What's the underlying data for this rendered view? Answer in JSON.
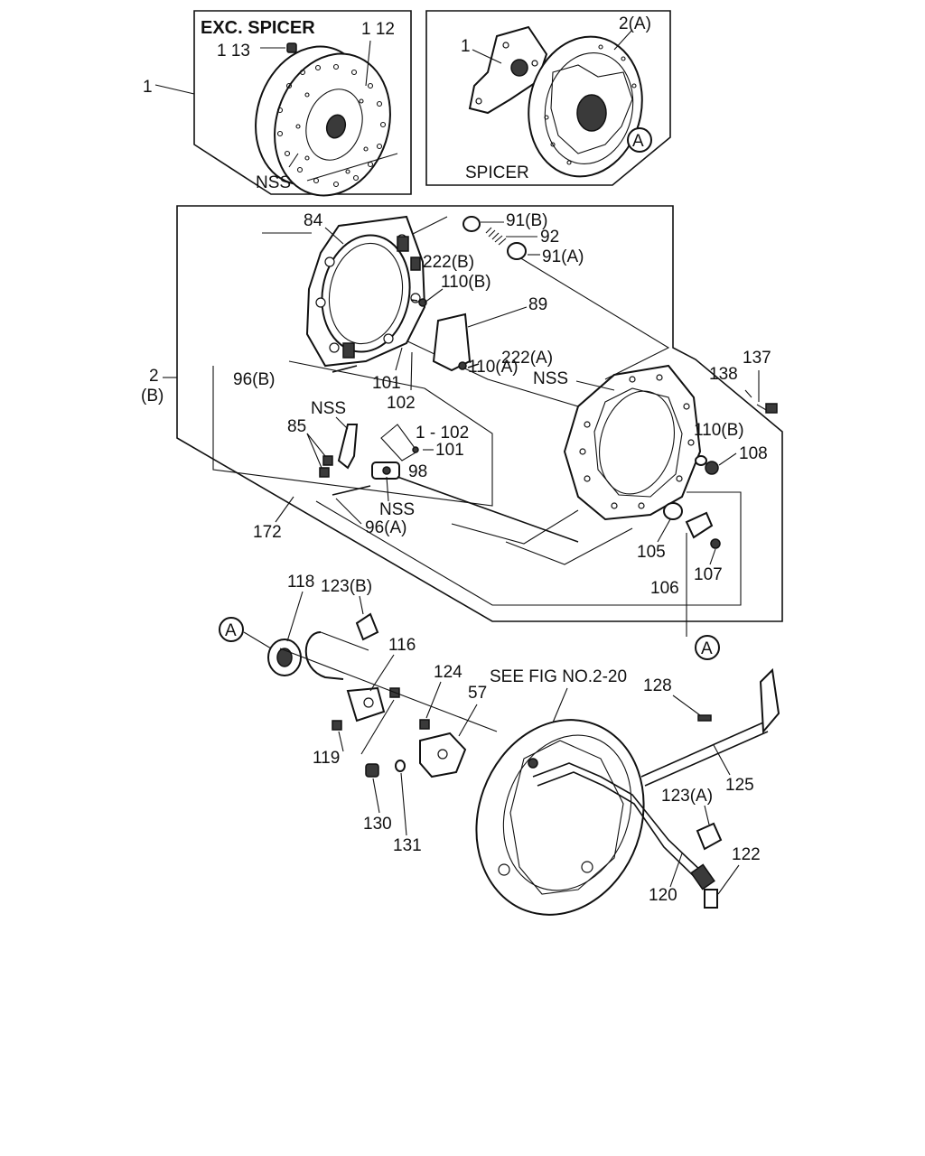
{
  "boxes": {
    "exc_spicer_title": "EXC. SPICER",
    "spicer_title": "SPICER",
    "see_fig": "SEE FIG NO.2-20"
  },
  "callouts": {
    "c1_left": "1",
    "c113": "1 13",
    "c112": "1 12",
    "nss_disc": "NSS",
    "c1_spicer": "1",
    "c2a": "2(A)",
    "refA_top": "A",
    "c84": "84",
    "c91b": "91(B)",
    "c92": "92",
    "c91a": "91(A)",
    "c222b": "222(B)",
    "c110b_top": "110(B)",
    "c89": "89",
    "c110a": "110(A)",
    "c222a": "222(A)",
    "nss_plate": "NSS",
    "c2": "2",
    "c2b": "(B)",
    "c96b": "96(B)",
    "c101_top": "101",
    "c102_top": "102",
    "nss_lever": "NSS",
    "c85": "85",
    "c1_102": "1 - 102",
    "c101_mid": "101",
    "c98": "98",
    "nss_bolt": "NSS",
    "c96a": "96(A)",
    "c172": "172",
    "c138": "138",
    "c137": "137",
    "c110b_right": "110(B)",
    "c108": "108",
    "c105": "105",
    "c106": "106",
    "c107": "107",
    "refA_right": "A",
    "c118": "118",
    "c123b": "123(B)",
    "refA_left": "A",
    "c116": "116",
    "c119": "119",
    "c124": "124",
    "c57": "57",
    "c130": "130",
    "c131": "131",
    "c128": "128",
    "c125": "125",
    "c123a": "123(A)",
    "c122": "122",
    "c120": "120"
  }
}
